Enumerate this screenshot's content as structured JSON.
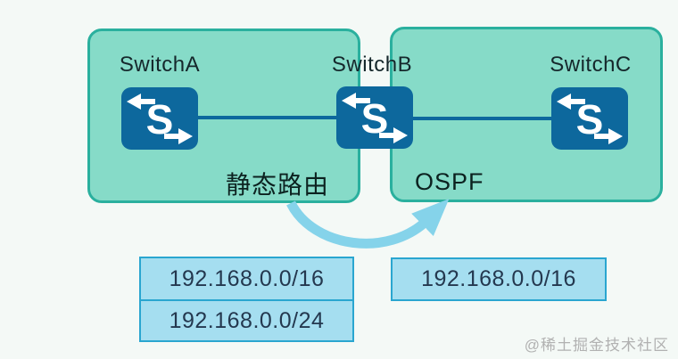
{
  "zones": {
    "static_routing": {
      "label": "静态路由"
    },
    "ospf": {
      "label": "OSPF"
    }
  },
  "switches": [
    {
      "name": "SwitchA",
      "icon_letter": "S"
    },
    {
      "name": "SwitchB",
      "icon_letter": "S"
    },
    {
      "name": "SwitchC",
      "icon_letter": "S"
    }
  ],
  "routes": {
    "static_side": [
      "192.168.0.0/16",
      "192.168.0.0/24"
    ],
    "ospf_side": [
      "192.168.0.0/16"
    ]
  },
  "watermark": "@稀土掘金技术社区",
  "colors": {
    "zone_fill": "#86dbc8",
    "zone_border": "#2ab09e",
    "switch_blue": "#0d689d",
    "link_blue": "#0d689d",
    "route_box_fill": "#a5def0",
    "route_box_border": "#2aa6d0",
    "arrow_blue": "#85d3ea",
    "background": "#f4f9f6"
  }
}
